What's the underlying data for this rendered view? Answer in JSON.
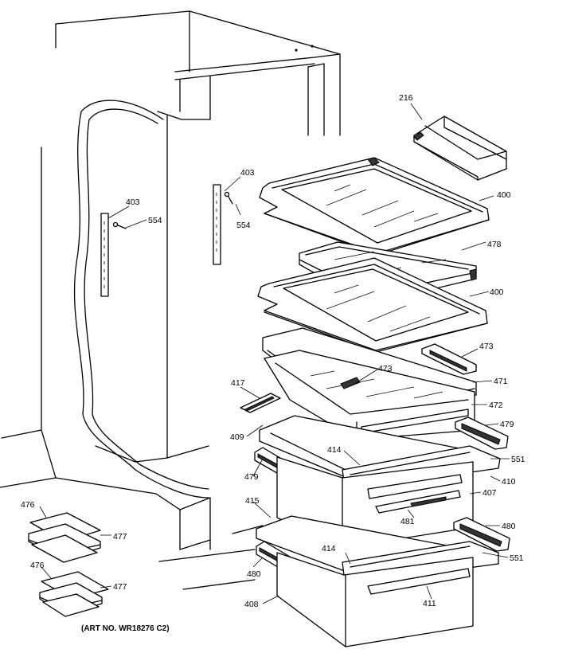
{
  "callouts": {
    "c216": "216",
    "c400a": "400",
    "c403a": "403",
    "c554a": "554",
    "c403b": "403",
    "c554b": "554",
    "c478": "478",
    "c400b": "400",
    "c473a": "473",
    "c473b": "473",
    "c471": "471",
    "c417": "417",
    "c472": "472",
    "c479a": "479",
    "c409": "409",
    "c414a": "414",
    "c551a": "551",
    "c479b": "479",
    "c410": "410",
    "c407": "407",
    "c415": "415",
    "c481": "481",
    "c480a": "480",
    "c476a": "476",
    "c477a": "477",
    "c414b": "414",
    "c551b": "551",
    "c476b": "476",
    "c480b": "480",
    "c477b": "477",
    "c411": "411",
    "c408": "408"
  },
  "art_number": "(ART NO. WR18276 C2)"
}
